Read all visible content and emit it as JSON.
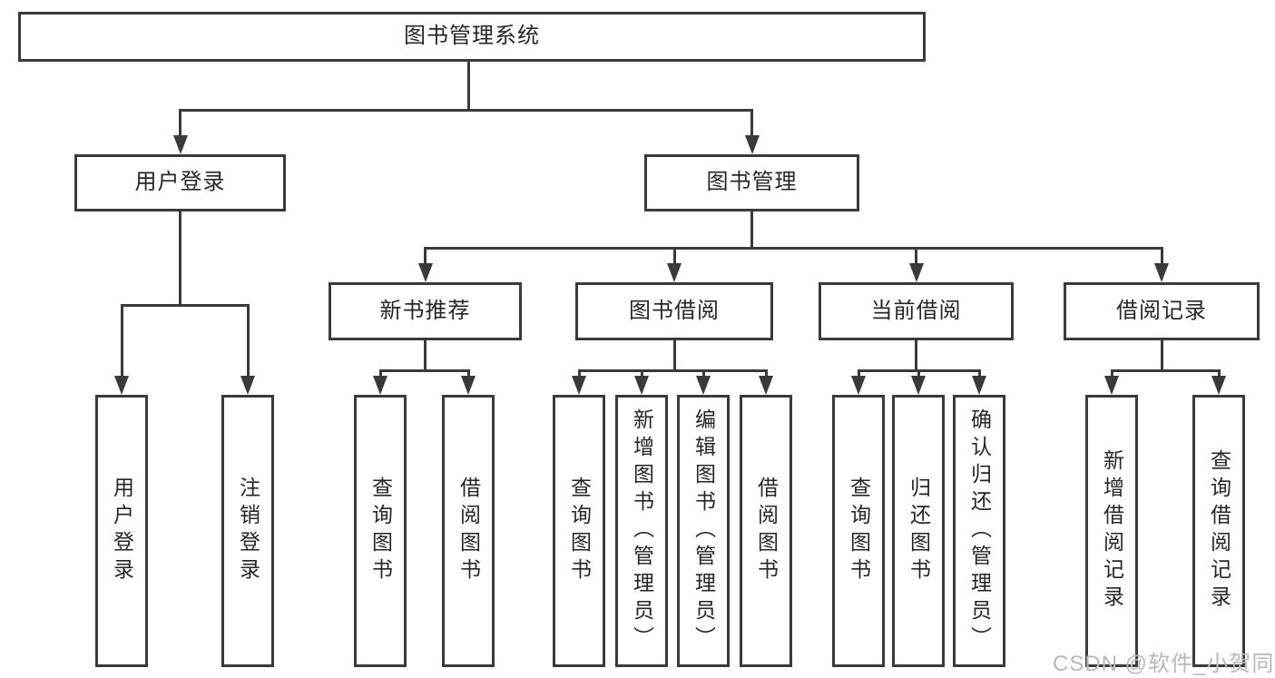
{
  "diagram": {
    "root": "图书管理系统",
    "level2": {
      "user_login": "用户登录",
      "book_management": "图书管理"
    },
    "level3": {
      "new_books": "新书推荐",
      "borrowing": "图书借阅",
      "current": "当前借阅",
      "records": "借阅记录"
    },
    "leaves": {
      "login": [
        "用户登录",
        "注销登录"
      ],
      "new_books": [
        "查询图书",
        "借阅图书"
      ],
      "borrowing": [
        "查询图书",
        "新增图书（管理员）",
        "编辑图书（管理员）",
        "借阅图书"
      ],
      "current": [
        "查询图书",
        "归还图书",
        "确认归还（管理员）"
      ],
      "records": [
        "新增借阅记录",
        "查询借阅记录"
      ]
    }
  },
  "watermark": "CSDN @软件_小贺同学",
  "colors": {
    "line": "#3a3a3a",
    "text": "#262626",
    "watermark": "#b8b8b8",
    "background": "#ffffff"
  }
}
